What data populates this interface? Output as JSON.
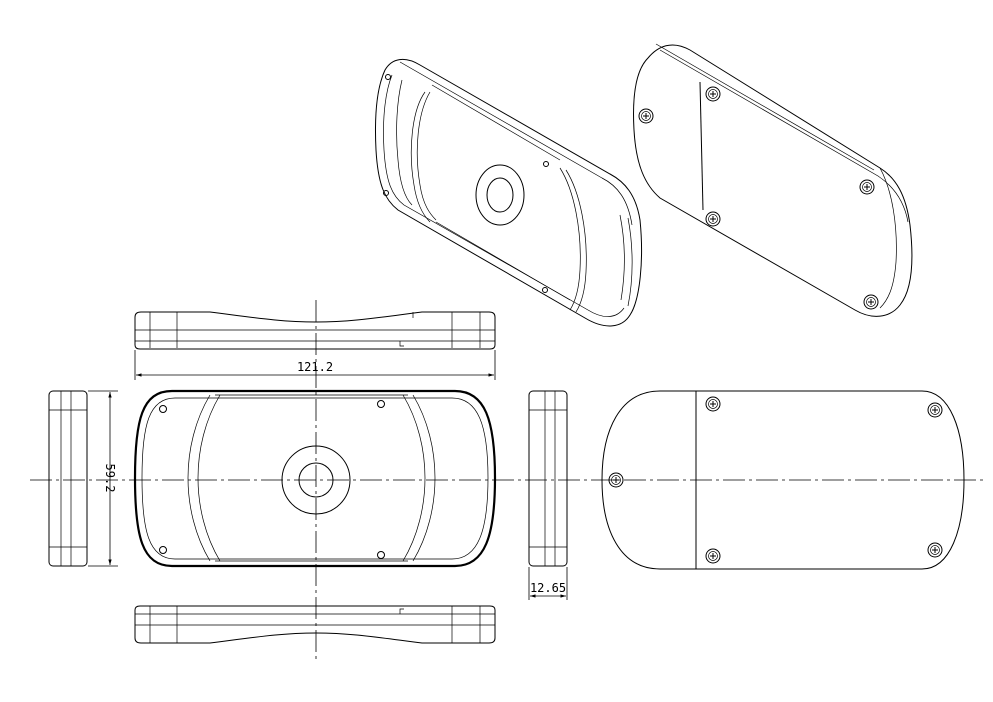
{
  "dimensions": {
    "length": "121.2",
    "width": "59.2",
    "thickness": "12.65"
  }
}
